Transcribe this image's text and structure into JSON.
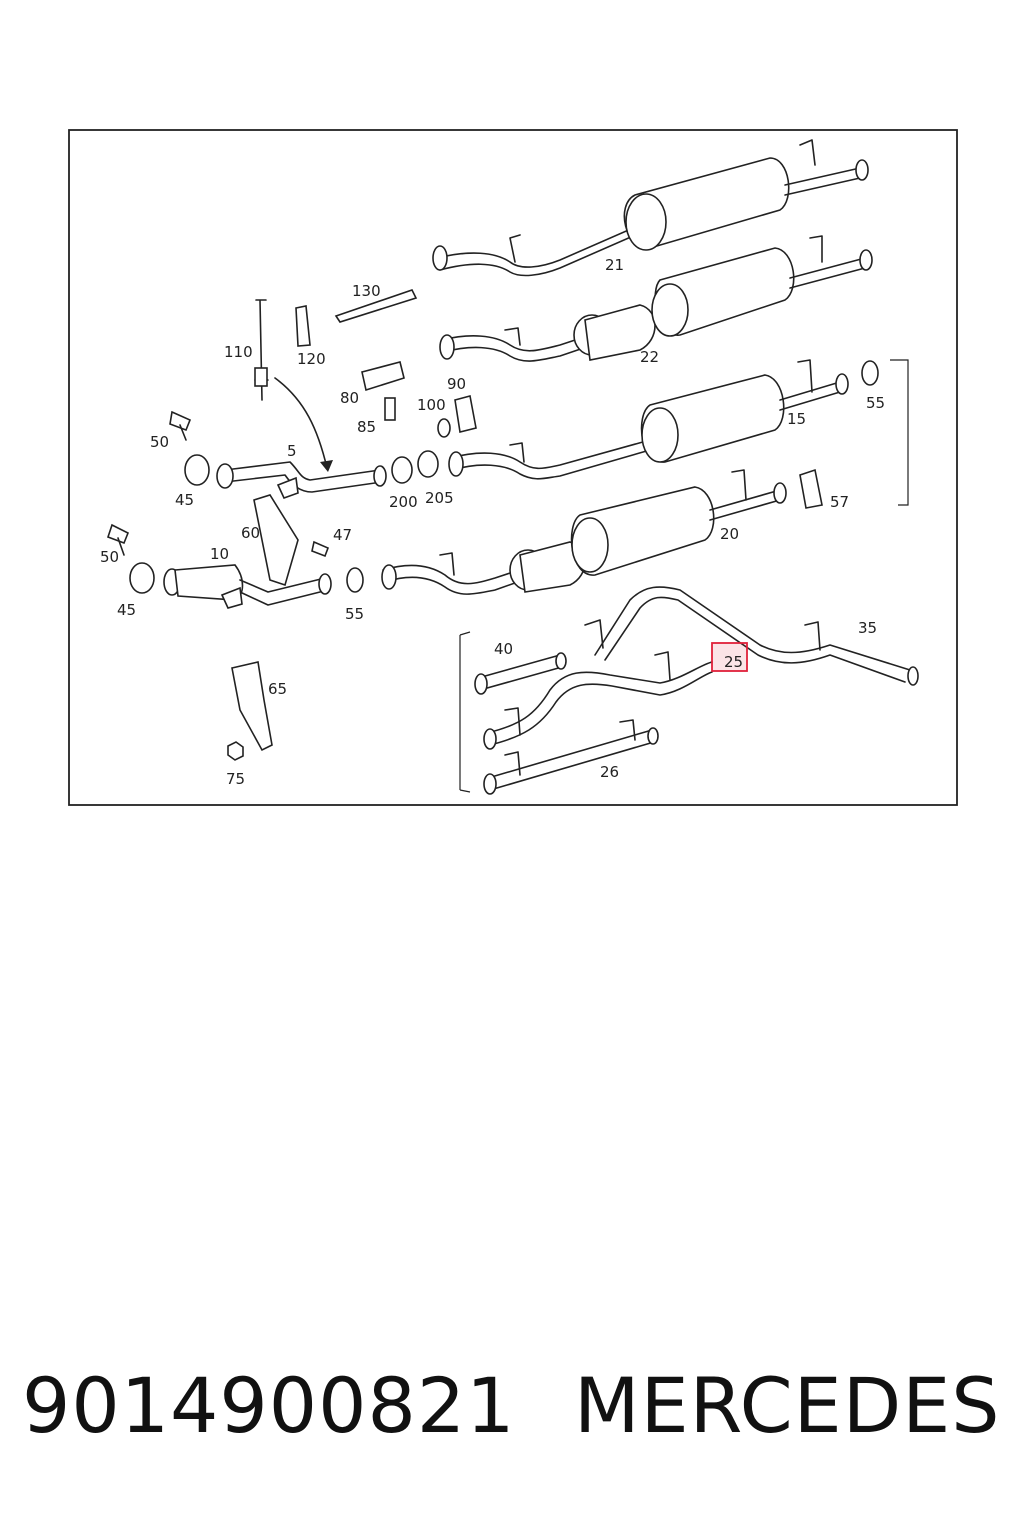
{
  "diagram": {
    "part_labels": [
      "21",
      "130",
      "22",
      "110",
      "120",
      "80",
      "90",
      "100",
      "55",
      "85",
      "15",
      "50",
      "5",
      "45",
      "200",
      "205",
      "57",
      "60",
      "47",
      "20",
      "50",
      "10",
      "45",
      "55",
      "35",
      "40",
      "25",
      "65",
      "26",
      "75"
    ],
    "highlight_color": "#e0203a"
  },
  "footer": {
    "part_number": "9014900821",
    "brand": "MERCEDES"
  }
}
